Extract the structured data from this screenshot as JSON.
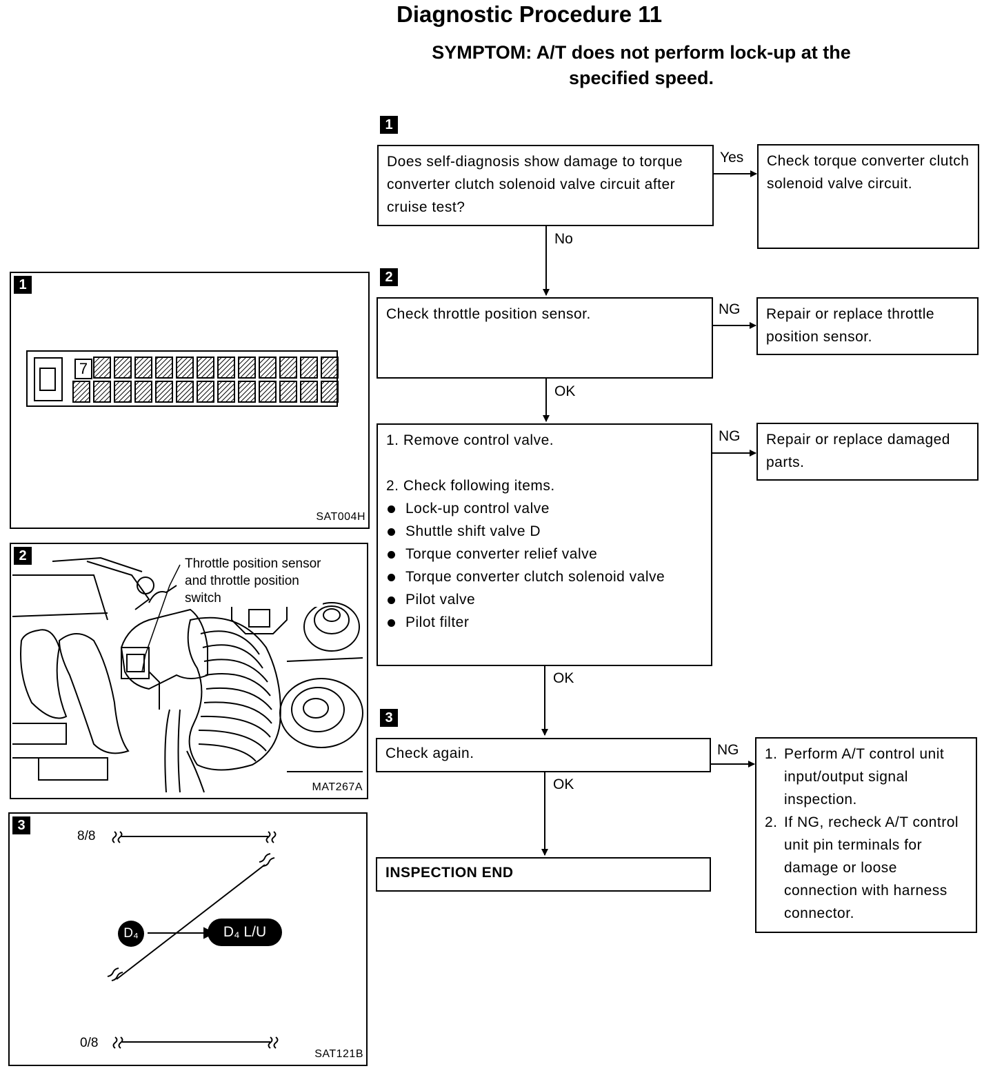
{
  "header": {
    "title": "Diagnostic Procedure 11",
    "symptom_line1": "SYMPTOM: A/T does not perform lock-up at the",
    "symptom_line2": "specified speed."
  },
  "flow": {
    "step1": {
      "badge": "1",
      "question": "Does self-diagnosis show damage to torque converter clutch solenoid valve circuit after cruise test?",
      "yes_label": "Yes",
      "yes_action": "Check torque converter clutch solenoid valve circuit.",
      "no_label": "No"
    },
    "step2": {
      "badge": "2",
      "check": "Check throttle position sensor.",
      "ng_label": "NG",
      "ng_action": "Repair or replace throttle position sensor.",
      "ok_label": "OK"
    },
    "step_cv": {
      "item1": "1. Remove control valve.",
      "item2": "2. Check following items.",
      "items": [
        "Lock-up control valve",
        "Shuttle shift valve D",
        "Torque converter relief valve",
        "Torque converter clutch solenoid valve",
        "Pilot valve",
        "Pilot filter"
      ],
      "ng_label": "NG",
      "ng_action": "Repair or replace damaged parts.",
      "ok_label": "OK"
    },
    "step3": {
      "badge": "3",
      "check": "Check again.",
      "ng_label": "NG",
      "ng_steps": [
        {
          "num": "1.",
          "text": "Perform A/T control unit input/output signal inspection."
        },
        {
          "num": "2.",
          "text": "If NG, recheck A/T control unit pin terminals for damage or loose connection with harness connector."
        }
      ],
      "ok_label": "OK"
    },
    "end": "INSPECTION END"
  },
  "figures": {
    "fig1": {
      "badge": "1",
      "code": "SAT004H",
      "display_digit": "7"
    },
    "fig2": {
      "badge": "2",
      "code": "MAT267A",
      "callout_line1": "Throttle position sensor",
      "callout_line2": "and throttle position",
      "callout_line3": "switch"
    },
    "fig3": {
      "badge": "3",
      "code": "SAT121B",
      "upper_label": "8/8",
      "lower_label": "0/8",
      "from_state": "D₄",
      "to_state": "D₄ L/U"
    }
  }
}
